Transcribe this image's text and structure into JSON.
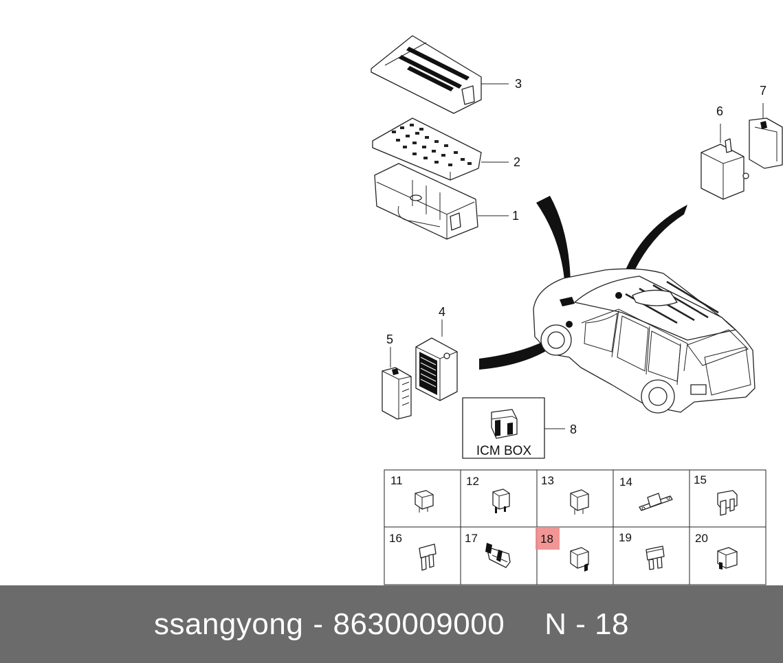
{
  "callouts": [
    {
      "id": "1",
      "label": "1"
    },
    {
      "id": "2",
      "label": "2"
    },
    {
      "id": "3",
      "label": "3"
    },
    {
      "id": "4",
      "label": "4"
    },
    {
      "id": "5",
      "label": "5"
    },
    {
      "id": "6",
      "label": "6"
    },
    {
      "id": "7",
      "label": "7"
    },
    {
      "id": "8",
      "label": "8"
    }
  ],
  "icm_box": {
    "label": "ICM BOX"
  },
  "parts_grid": [
    {
      "label": "11",
      "highlighted": false
    },
    {
      "label": "12",
      "highlighted": false
    },
    {
      "label": "13",
      "highlighted": false
    },
    {
      "label": "14",
      "highlighted": false
    },
    {
      "label": "15",
      "highlighted": false
    },
    {
      "label": "16",
      "highlighted": false
    },
    {
      "label": "17",
      "highlighted": false
    },
    {
      "label": "18",
      "highlighted": true
    },
    {
      "label": "19",
      "highlighted": false
    },
    {
      "label": "20",
      "highlighted": false
    }
  ],
  "colors": {
    "highlight": "#f08a8a",
    "footer_bg": "#6b6b6b",
    "footer_text": "#ffffff"
  },
  "footer": {
    "brand": "ssangyong",
    "separator": "-",
    "part_number": "8630009000",
    "ref": "N - 18"
  }
}
